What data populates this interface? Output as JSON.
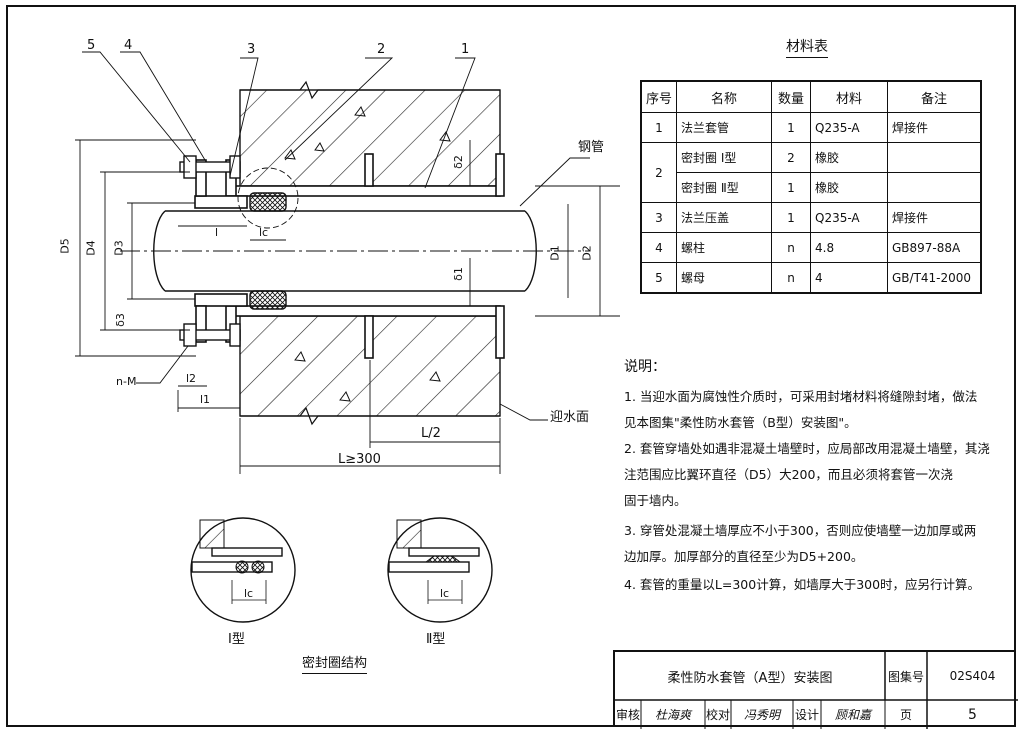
{
  "materials": {
    "title": "材料表",
    "headers": [
      "序号",
      "名称",
      "数量",
      "材料",
      "备注"
    ],
    "rows": [
      {
        "no": "1",
        "name": "法兰套管",
        "qty": "1",
        "material": "Q235-A",
        "remark": "焊接件"
      },
      {
        "no": "2",
        "name": "密封圈  Ⅰ型",
        "qty": "2",
        "material": "橡胶",
        "remark": ""
      },
      {
        "no": "",
        "name": "密封圈  Ⅱ型",
        "qty": "1",
        "material": "橡胶",
        "remark": ""
      },
      {
        "no": "3",
        "name": "法兰压盖",
        "qty": "1",
        "material": "Q235-A",
        "remark": "焊接件"
      },
      {
        "no": "4",
        "name": "螺柱",
        "qty": "n",
        "material": "4.8",
        "remark": "GB897-88A"
      },
      {
        "no": "5",
        "name": "螺母",
        "qty": "n",
        "material": "4",
        "remark": "GB/T41-2000"
      }
    ]
  },
  "notes": {
    "title": "说明：",
    "lines": [
      "1. 当迎水面为腐蚀性介质时，可采用封堵材料将缝隙封堵，做法",
      "    见本图集\"柔性防水套管（B型）安装图\"。",
      "2. 套管穿墙处如遇非混凝土墙壁时，应局部改用混凝土墙壁，其浇",
      "    注范围应比翼环直径（D5）大200，而且必须将套管一次浇",
      "    固于墙内。",
      "3. 穿管处混凝土墙厚应不小于300，否则应使墙壁一边加厚或两",
      "    边加厚。加厚部分的直径至少为D5+200。",
      "4. 套管的重量以L=300计算，如墙厚大于300时，应另行计算。"
    ]
  },
  "drawing": {
    "callouts": [
      "5",
      "4",
      "3",
      "2",
      "1"
    ],
    "pipe_label": "钢管",
    "dims": {
      "D5": "D5",
      "D4": "D4",
      "D3": "D3",
      "D1": "D1",
      "D2": "D2",
      "d1": "δ1",
      "d2": "δ2",
      "d3": "δ3",
      "l": "l",
      "lc": "lc",
      "l2": "l2",
      "l1": "l1",
      "nM": "n-M",
      "half": "L/2",
      "L": "L≥300"
    },
    "water_face": "迎水面",
    "detail_lc": "lc",
    "type1": "Ⅰ型",
    "type2": "Ⅱ型",
    "seal_title": "密封圈结构"
  },
  "titleblock": {
    "title": "柔性防水套管（A型）安装图",
    "atlas_label": "图集号",
    "atlas_no": "02S404",
    "review_label": "审核",
    "review_sign": "杜海爽",
    "check_label": "校对",
    "check_sign": "冯秀明",
    "design_label": "设计",
    "design_sign": "顾和嘉",
    "page_label": "页",
    "page_no": "5"
  }
}
